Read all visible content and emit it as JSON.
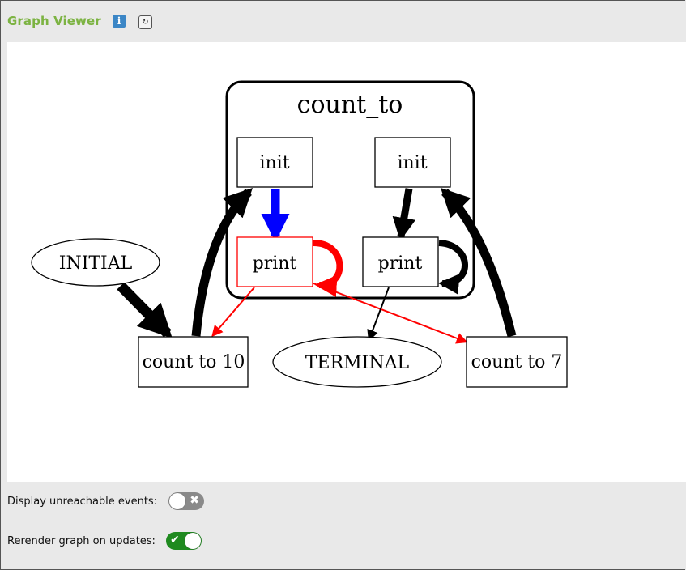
{
  "header": {
    "title": "Graph Viewer",
    "info_glyph": "i",
    "refresh_glyph": "↻"
  },
  "graph": {
    "cluster_label": "count_to",
    "nodes": {
      "init_left": "init",
      "init_right": "init",
      "print_left": "print",
      "print_right": "print",
      "initial": "INITIAL",
      "count_to_10": "count to 10",
      "terminal": "TERMINAL",
      "count_to_7": "count to 7"
    },
    "colors": {
      "highlight_red": "#ff0000",
      "highlight_blue": "#0000ff",
      "default_edge": "#000000"
    }
  },
  "options": {
    "unreachable_label": "Display unreachable events:",
    "unreachable_enabled": false,
    "rerender_label": "Rerender graph on updates:",
    "rerender_enabled": true
  }
}
